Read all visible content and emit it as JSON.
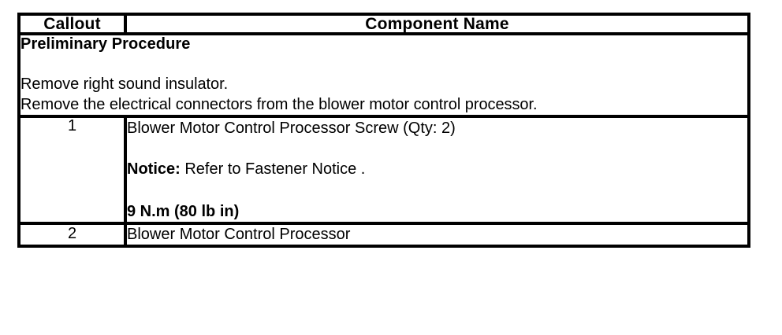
{
  "table": {
    "headers": {
      "callout": "Callout",
      "component_name": "Component Name"
    },
    "preliminary": {
      "title": "Preliminary Procedure",
      "lines": [
        "Remove right sound insulator.",
        "Remove the electrical connectors from the blower motor control processor."
      ]
    },
    "rows": [
      {
        "callout": "1",
        "component": "Blower Motor Control Processor Screw (Qty: 2)",
        "notice_label": "Notice:",
        "notice_text": " Refer to Fastener Notice .",
        "torque": "9 N.m (80 lb in)"
      },
      {
        "callout": "2",
        "component": "Blower Motor Control Processor"
      }
    ]
  }
}
